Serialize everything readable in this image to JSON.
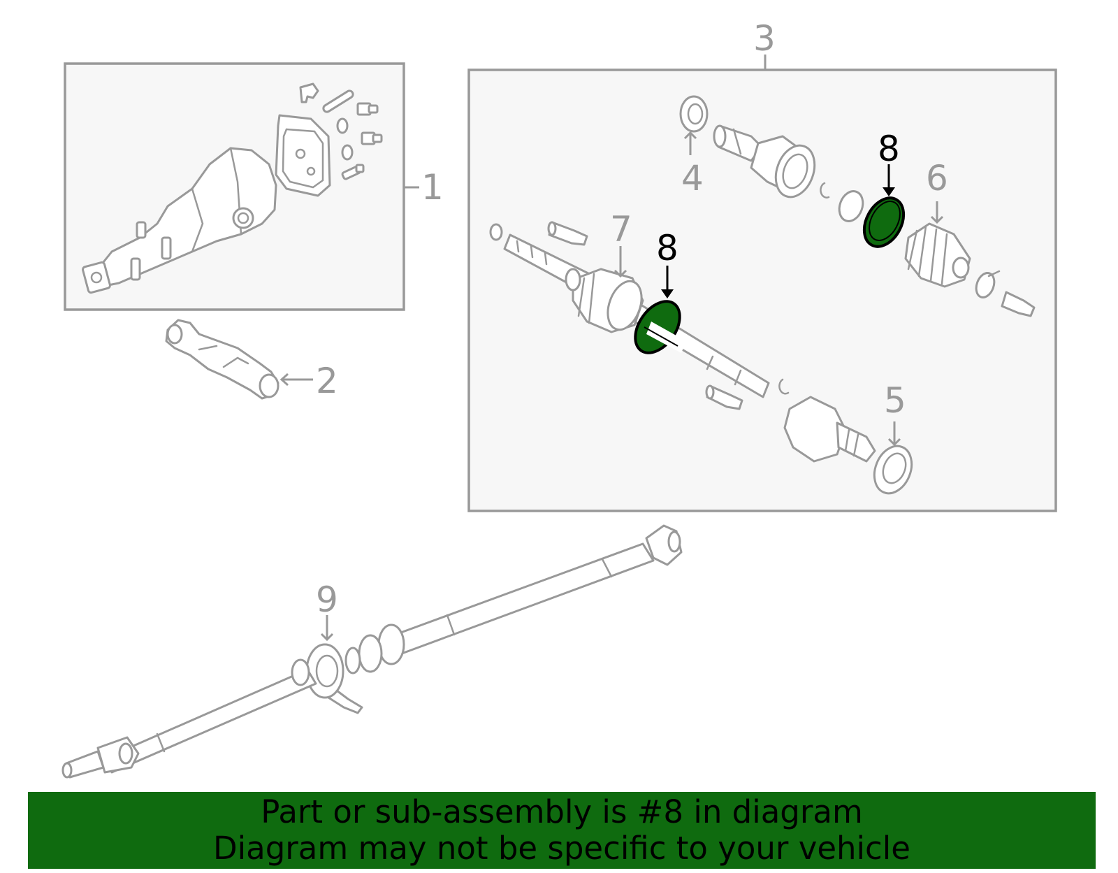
{
  "callouts": {
    "c1": "1",
    "c2": "2",
    "c3": "3",
    "c4": "4",
    "c5": "5",
    "c6": "6",
    "c7": "7",
    "c8a": "8",
    "c8b": "8",
    "c9": "9"
  },
  "highlighted_part": "8",
  "colors": {
    "highlight": "#0f6b0f",
    "line": "#999999",
    "box_fill": "#f7f7f7",
    "banner_text": "#000000"
  },
  "banner": {
    "line1": "Part or sub-assembly is #8 in diagram",
    "line2": "Diagram may not be specific to your vehicle"
  }
}
